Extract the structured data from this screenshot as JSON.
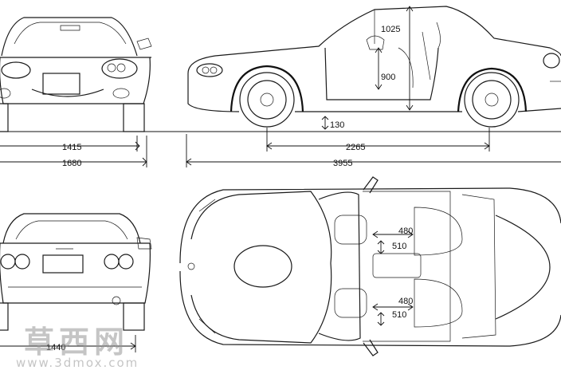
{
  "dimensions": {
    "height_roof": "1025",
    "seat_height": "900",
    "ground_clearance": "130",
    "track_front": "1415",
    "width_front": "1680",
    "wheelbase": "2265",
    "length": "3955",
    "headroom_front_seat": "480",
    "legroom_front": "510",
    "headroom_rear_seat": "480",
    "legroom_rear": "510",
    "track_rear": "1440"
  },
  "watermark": {
    "chinese": "草西网",
    "url": "www.3dmox.com"
  }
}
